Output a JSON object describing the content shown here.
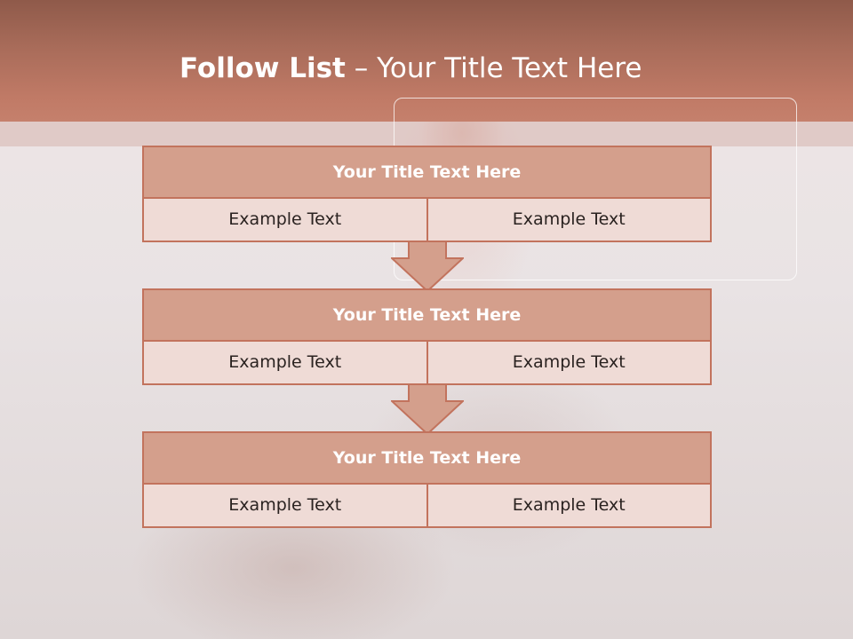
{
  "title": {
    "bold": "Follow List",
    "rest": " – Your Title Text Here"
  },
  "steps": [
    {
      "title": "Your Title Text Here",
      "left": "Example Text",
      "right": "Example Text"
    },
    {
      "title": "Your Title Text Here",
      "left": "Example Text",
      "right": "Example Text"
    },
    {
      "title": "Your Title Text Here",
      "left": "Example Text",
      "right": "Example Text"
    }
  ],
  "colors": {
    "accent": "#c2735d",
    "title_fill": "#d49f8c",
    "cell_fill": "#efdbd6",
    "header": "#b06f5c"
  }
}
